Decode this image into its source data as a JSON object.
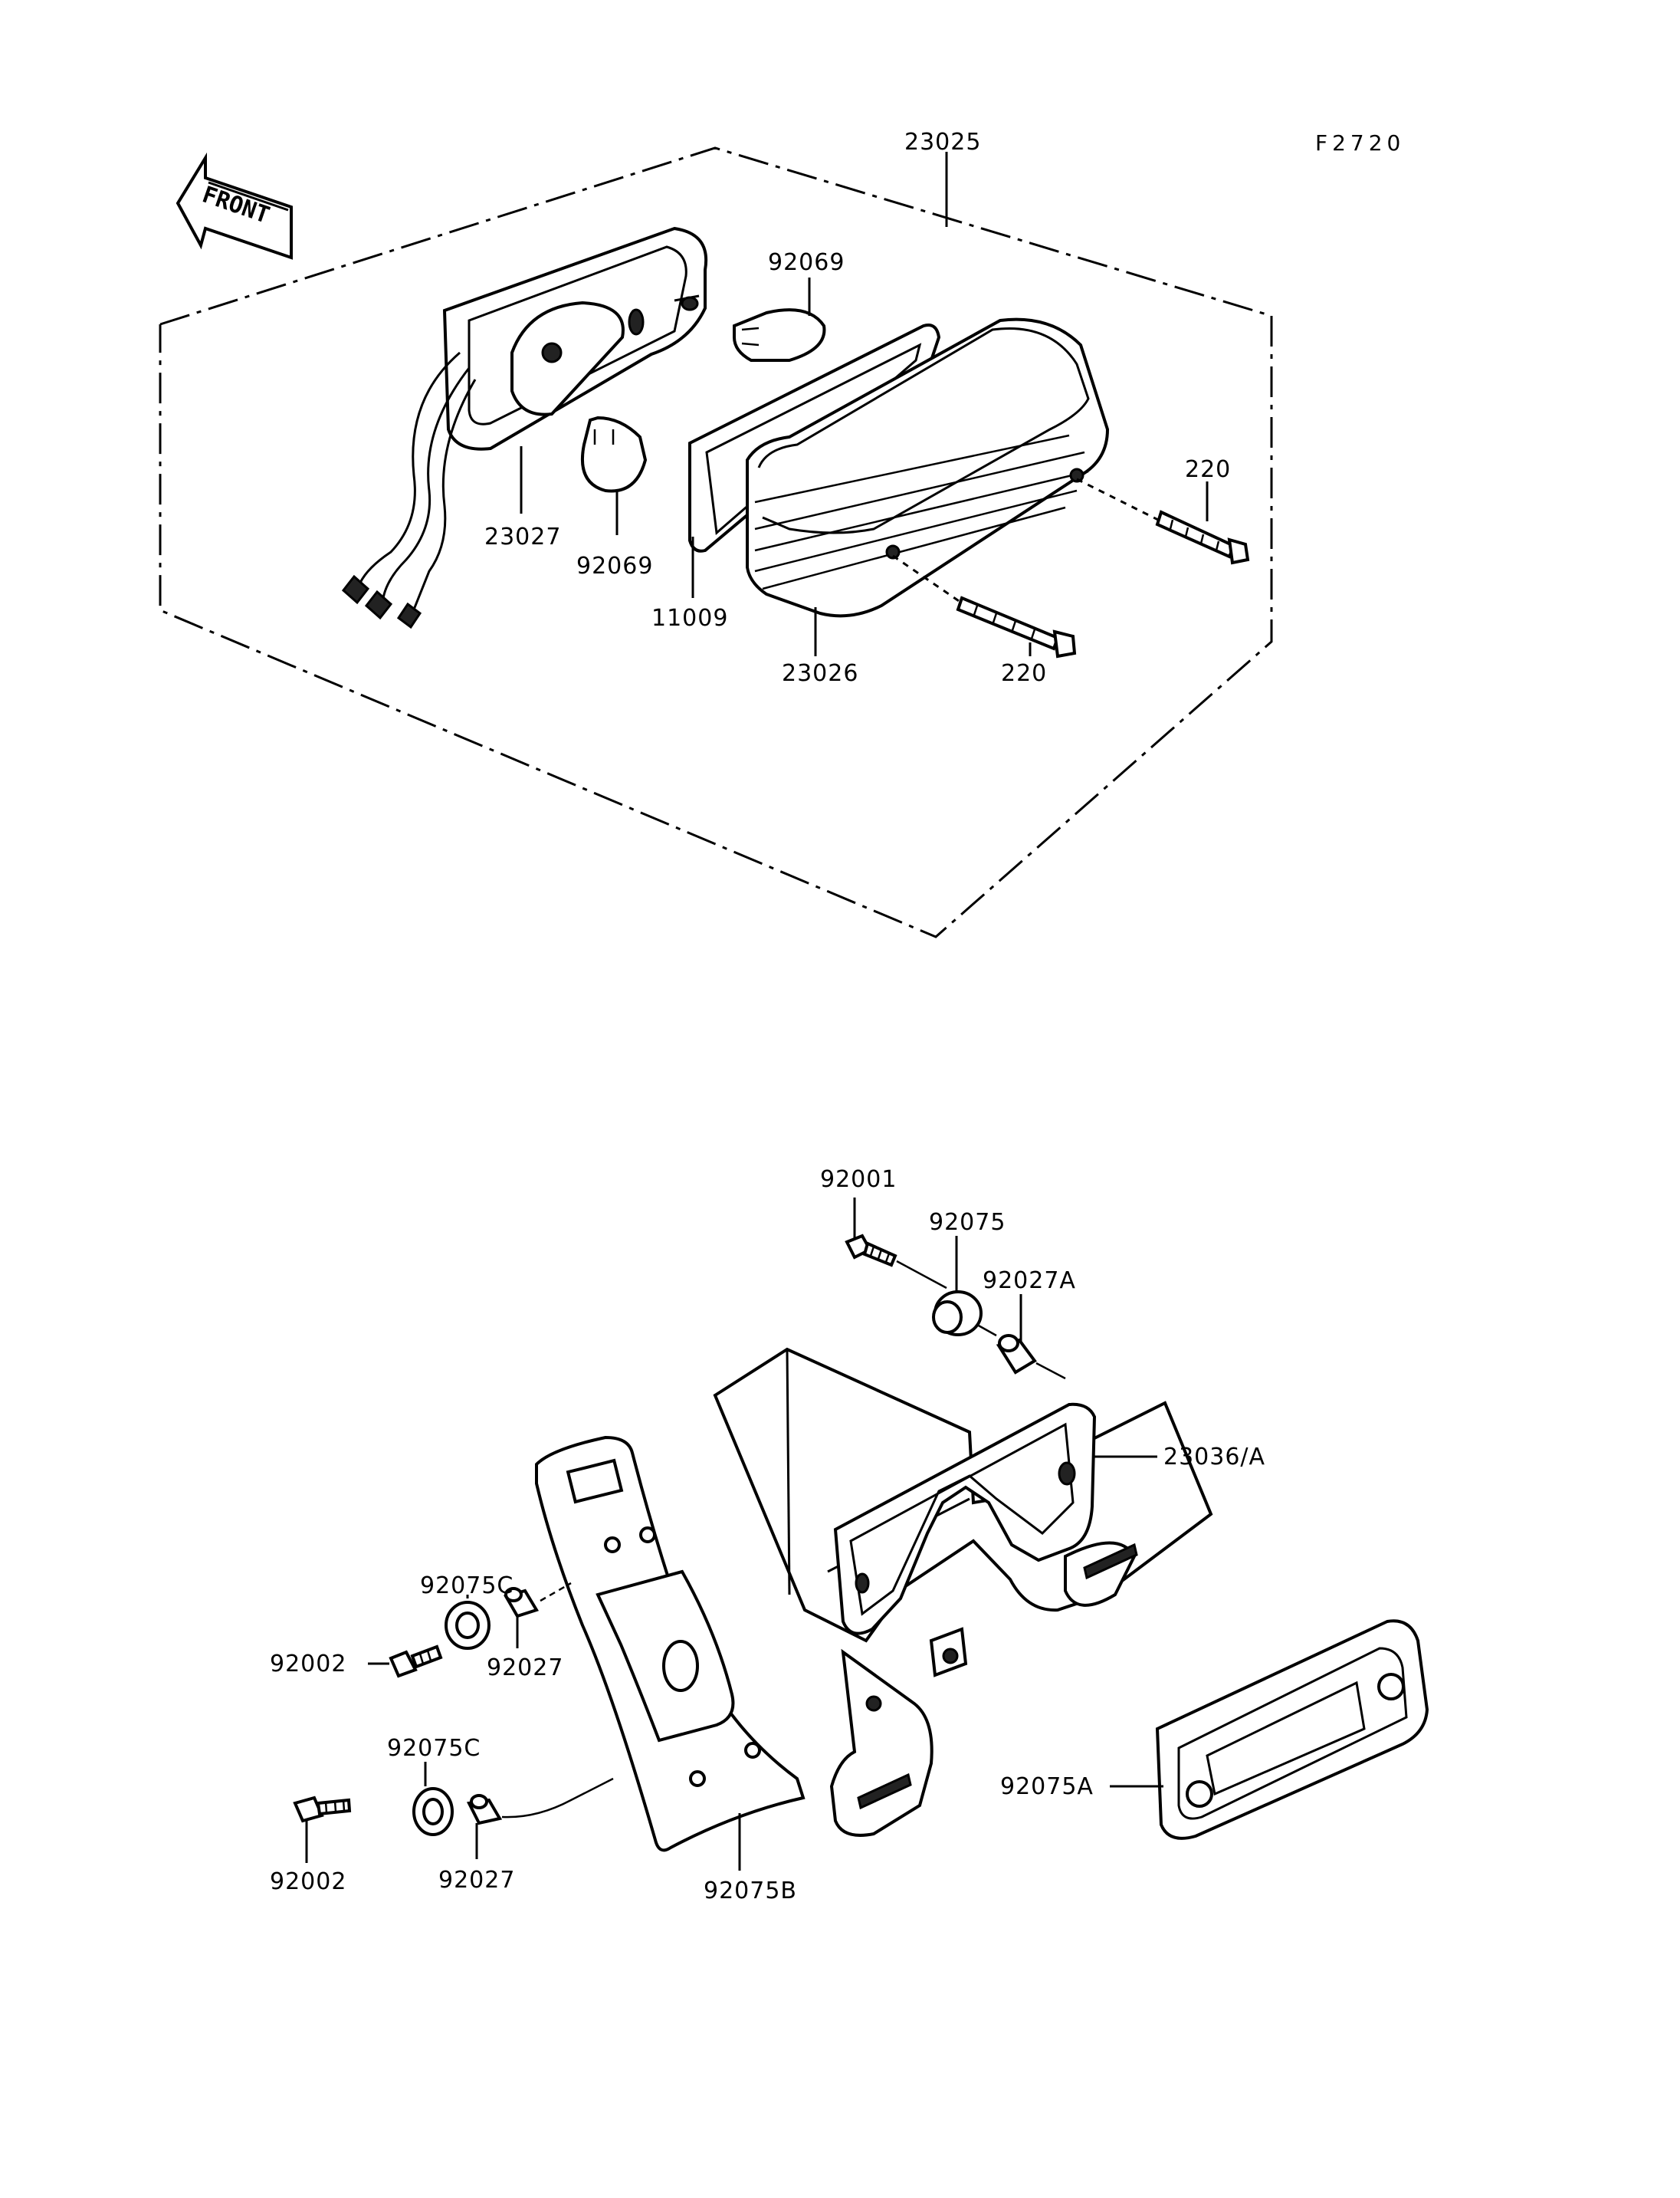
{
  "figure_code": "F2720",
  "front_label": "FRONT",
  "labels": {
    "l_23025": "23025",
    "l_92069_top": "92069",
    "l_220_right": "220",
    "l_23027": "23027",
    "l_92069_bottom": "92069",
    "l_11009": "11009",
    "l_23026": "23026",
    "l_220_bottom": "220",
    "l_92001": "92001",
    "l_92075": "92075",
    "l_92027A": "92027A",
    "l_23036A": "23036/A",
    "l_92075C_upper": "92075C",
    "l_92002_upper": "92002",
    "l_92027_upper": "92027",
    "l_92075C_lower": "92075C",
    "l_92002_lower": "92002",
    "l_92027_lower": "92027",
    "l_92075B": "92075B",
    "l_92075A": "92075A"
  }
}
